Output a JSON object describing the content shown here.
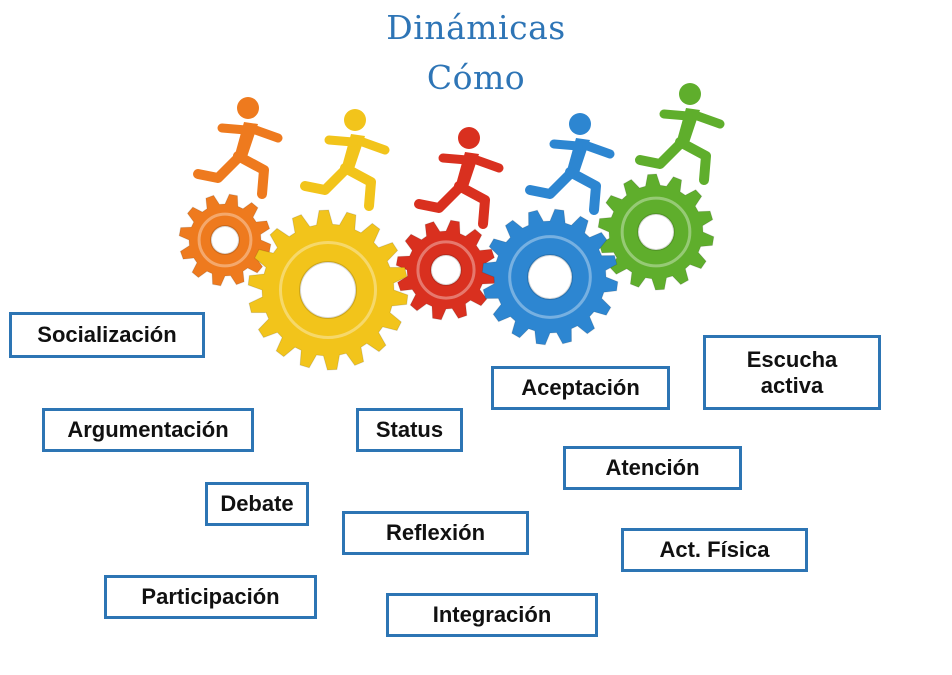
{
  "title_line1": "Dinámicas",
  "title_line2": "Cómo",
  "colors": {
    "title": "#2e75b6",
    "box_border": "#2d75b4",
    "gear_orange": "#ee7a1e",
    "gear_yellow": "#f2c41b",
    "gear_red": "#d9301f",
    "gear_blue": "#2d86d1",
    "gear_green": "#5fae2c"
  },
  "concepts": {
    "socializacion": "Socialización",
    "escucha_activa": "Escucha\nactiva",
    "aceptacion": "Aceptación",
    "argumentacion": "Argumentación",
    "status": "Status",
    "atencion": "Atención",
    "debate": "Debate",
    "reflexion": "Reflexión",
    "act_fisica": "Act. Física",
    "participacion": "Participación",
    "integracion": "Integración"
  }
}
